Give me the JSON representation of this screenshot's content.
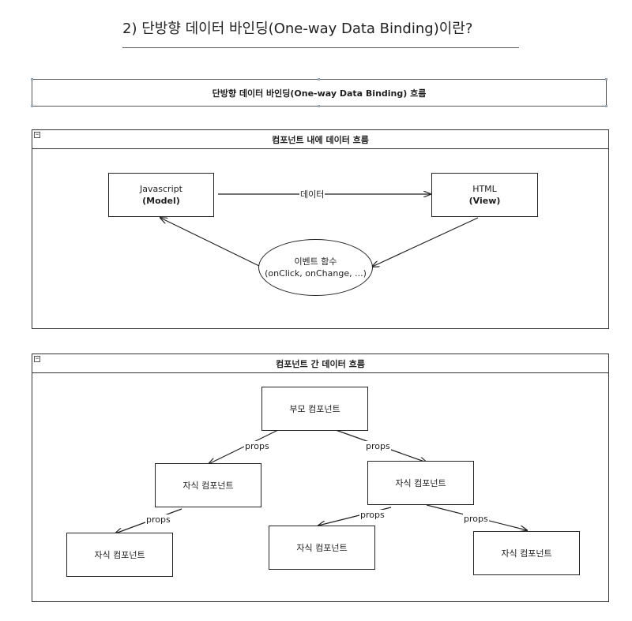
{
  "heading": "2) 단방향 데이터 바인딩(One-way Data Binding)이란?",
  "banner_title": "단방향 데이터 바인딩(One-way Data Binding) 흐름",
  "section1": {
    "title": "컴포넌트 내에 데이터 흐름",
    "js_box": {
      "line1": "Javascript",
      "line2": "(Model)"
    },
    "html_box": {
      "line1": "HTML",
      "line2": "(View)"
    },
    "data_label": "데이터",
    "event_node": {
      "line1": "이벤트 함수",
      "line2": "(onClick, onChange, ...)"
    }
  },
  "section2": {
    "title": "컴포넌트 간 데이터 흐름",
    "parent": "부모 컴포넌트",
    "child_left": "자식 컴포넌트",
    "child_right": "자식 컴포넌트",
    "grandchild_1": "자식 컴포넌트",
    "grandchild_2": "자식 컴포넌트",
    "grandchild_3": "자식 컴포넌트",
    "edge_label": "props"
  },
  "colors": {
    "stroke": "#222222",
    "frame": "#333333",
    "background": "#ffffff"
  }
}
